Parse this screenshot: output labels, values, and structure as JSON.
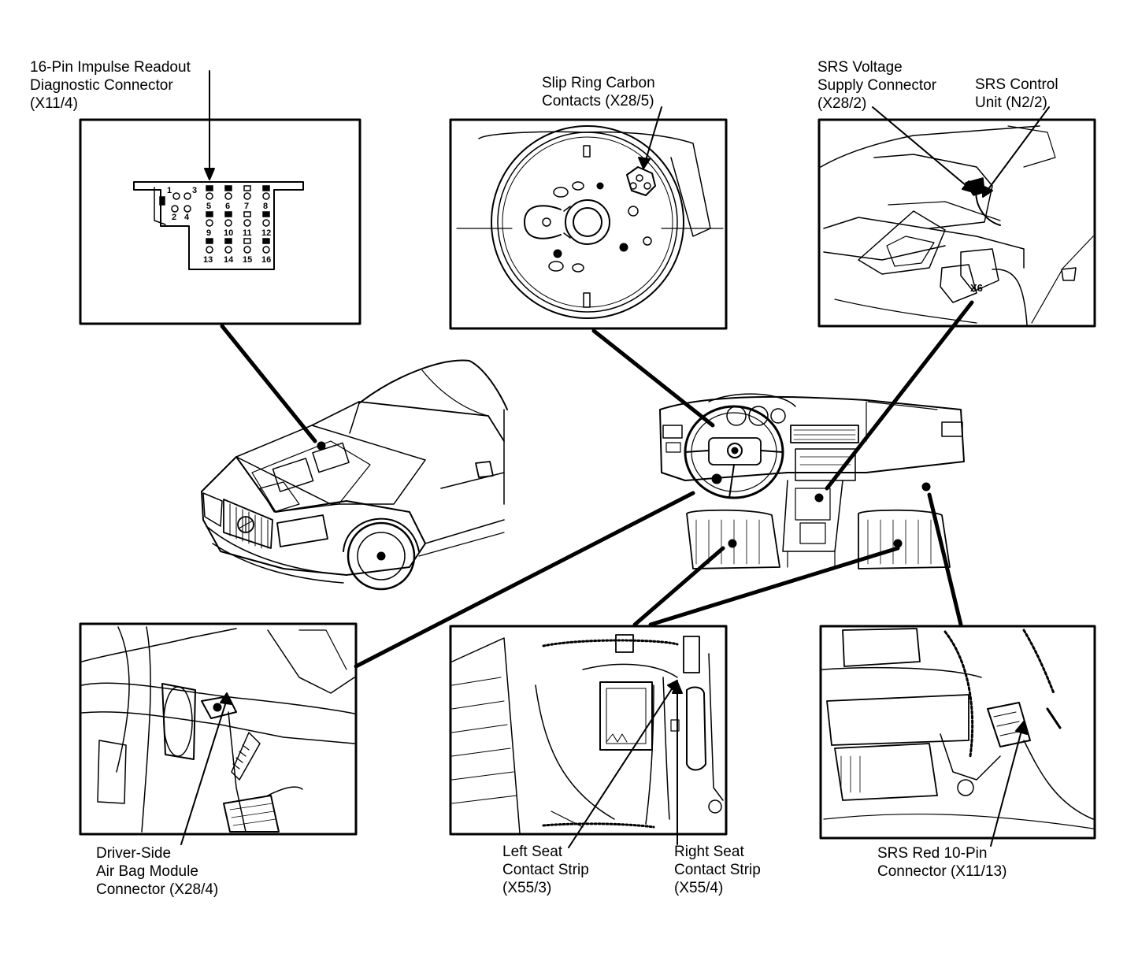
{
  "callouts": {
    "diag_connector": [
      "16-Pin Impulse Readout",
      "Diagnostic Connector",
      "(X11/4)"
    ],
    "slip_ring": [
      "Slip Ring Carbon",
      "Contacts (X28/5)"
    ],
    "srs_voltage": [
      "SRS Voltage",
      "Supply Connector",
      "(X28/2)"
    ],
    "srs_control": [
      "SRS Control",
      "Unit (N2/2)"
    ],
    "driver_airbag": [
      "Driver-Side",
      "Air Bag Module",
      "Connector (X28/4)"
    ],
    "left_seat": [
      "Left Seat",
      "Contact Strip",
      "(X55/3)"
    ],
    "right_seat": [
      "Right Seat",
      "Contact Strip",
      "(X55/4)"
    ],
    "srs_red": [
      "SRS Red 10-Pin",
      "Connector (X11/13)"
    ]
  },
  "connector_pins": [
    "1",
    "2",
    "3",
    "4",
    "5",
    "6",
    "7",
    "8",
    "9",
    "10",
    "11",
    "12",
    "13",
    "14",
    "15",
    "16"
  ],
  "inset_marks": {
    "x6": "X6"
  }
}
